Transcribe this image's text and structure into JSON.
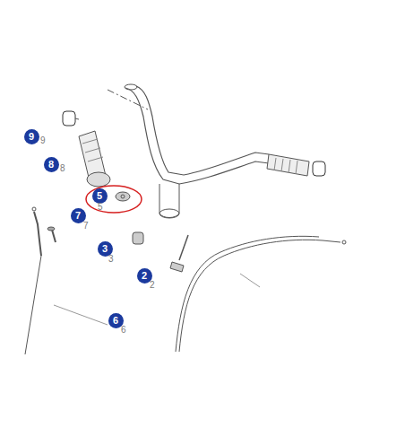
{
  "diagram": {
    "nodes": [
      {
        "text": [
          "9"
        ]
      },
      {
        "text": [
          "8"
        ]
      },
      {
        "text": [
          "5"
        ]
      },
      {
        "text": [
          "7"
        ]
      },
      {
        "text": [
          "3"
        ]
      },
      {
        "text": [
          "2"
        ]
      },
      {
        "text": [
          "6"
        ]
      }
    ],
    "labels": [
      "9",
      "8",
      "5",
      "7",
      "3",
      "2",
      "6"
    ]
  }
}
